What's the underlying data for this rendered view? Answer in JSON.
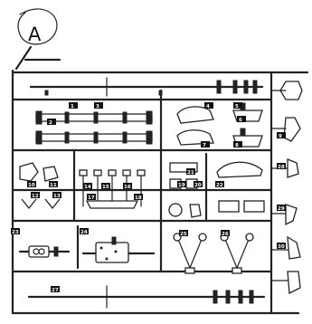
{
  "frame_label": "A",
  "part_numbers": {
    "p1": "1",
    "p2": "2",
    "p3": "3",
    "p4": "4",
    "p5": "5",
    "p6": "6",
    "p7": "7",
    "p8": "8",
    "p9": "9",
    "p10": "10",
    "p11": "11",
    "p12": "12",
    "p13": "13",
    "p14": "14",
    "p15": "15",
    "p16": "16",
    "p17": "17",
    "p18": "18",
    "p19": "19",
    "p20": "20",
    "p21": "21",
    "p22": "22",
    "p23": "23",
    "p24": "24",
    "p25": "25",
    "p26": "26",
    "p27": "27",
    "p28": "28",
    "p29": "29",
    "p30": "30"
  }
}
